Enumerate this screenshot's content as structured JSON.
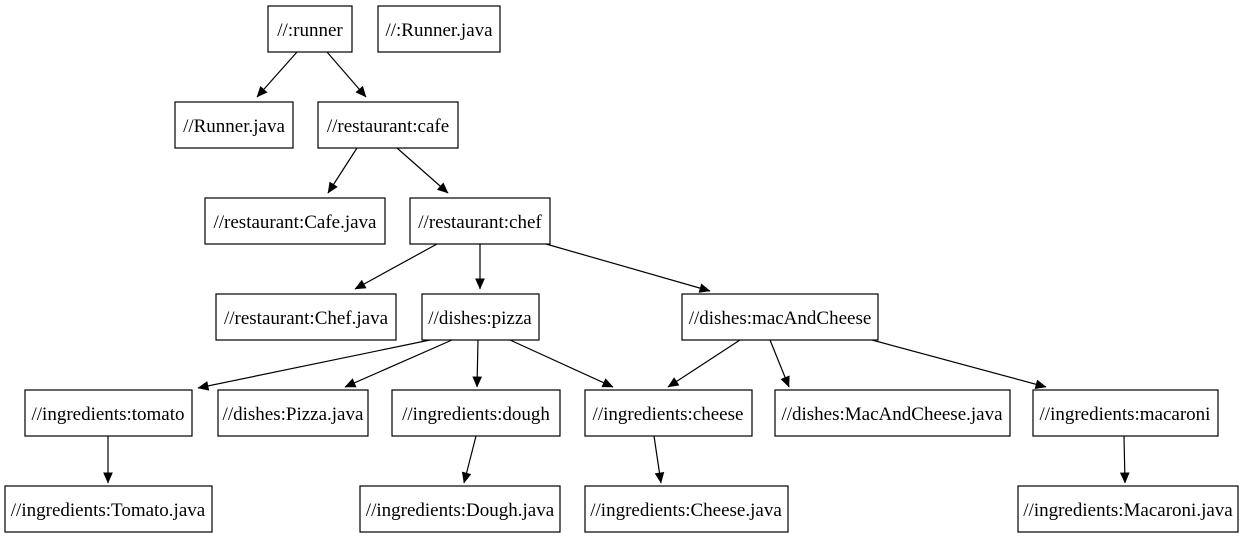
{
  "diagram": {
    "type": "dependency-graph",
    "description": "Build target dependency graph",
    "colors": {
      "background": "#ffffff",
      "node_fill": "#ffffff",
      "node_border": "#000000",
      "edge": "#000000",
      "text": "#000000"
    },
    "nodes": [
      {
        "id": "runner",
        "label": "//:runner"
      },
      {
        "id": "runner-java-root",
        "label": "//:Runner.java"
      },
      {
        "id": "runner-java",
        "label": "//Runner.java"
      },
      {
        "id": "cafe",
        "label": "//restaurant:cafe"
      },
      {
        "id": "cafe-java",
        "label": "//restaurant:Cafe.java"
      },
      {
        "id": "chef",
        "label": "//restaurant:chef"
      },
      {
        "id": "chef-java",
        "label": "//restaurant:Chef.java"
      },
      {
        "id": "pizza",
        "label": "//dishes:pizza"
      },
      {
        "id": "mac-and-cheese",
        "label": "//dishes:macAndCheese"
      },
      {
        "id": "tomato",
        "label": "//ingredients:tomato"
      },
      {
        "id": "pizza-java",
        "label": "//dishes:Pizza.java"
      },
      {
        "id": "dough",
        "label": "//ingredients:dough"
      },
      {
        "id": "cheese",
        "label": "//ingredients:cheese"
      },
      {
        "id": "mac-and-cheese-java",
        "label": "//dishes:MacAndCheese.java"
      },
      {
        "id": "macaroni",
        "label": "//ingredients:macaroni"
      },
      {
        "id": "tomato-java",
        "label": "//ingredients:Tomato.java"
      },
      {
        "id": "dough-java",
        "label": "//ingredients:Dough.java"
      },
      {
        "id": "cheese-java",
        "label": "//ingredients:Cheese.java"
      },
      {
        "id": "macaroni-java",
        "label": "//ingredients:Macaroni.java"
      }
    ],
    "edges": [
      {
        "from": "runner",
        "to": "runner-java"
      },
      {
        "from": "runner",
        "to": "cafe"
      },
      {
        "from": "cafe",
        "to": "cafe-java"
      },
      {
        "from": "cafe",
        "to": "chef"
      },
      {
        "from": "chef",
        "to": "chef-java"
      },
      {
        "from": "chef",
        "to": "pizza"
      },
      {
        "from": "chef",
        "to": "mac-and-cheese"
      },
      {
        "from": "pizza",
        "to": "tomato"
      },
      {
        "from": "pizza",
        "to": "pizza-java"
      },
      {
        "from": "pizza",
        "to": "dough"
      },
      {
        "from": "pizza",
        "to": "cheese"
      },
      {
        "from": "mac-and-cheese",
        "to": "cheese"
      },
      {
        "from": "mac-and-cheese",
        "to": "mac-and-cheese-java"
      },
      {
        "from": "mac-and-cheese",
        "to": "macaroni"
      },
      {
        "from": "tomato",
        "to": "tomato-java"
      },
      {
        "from": "dough",
        "to": "dough-java"
      },
      {
        "from": "cheese",
        "to": "cheese-java"
      },
      {
        "from": "macaroni",
        "to": "macaroni-java"
      }
    ]
  }
}
